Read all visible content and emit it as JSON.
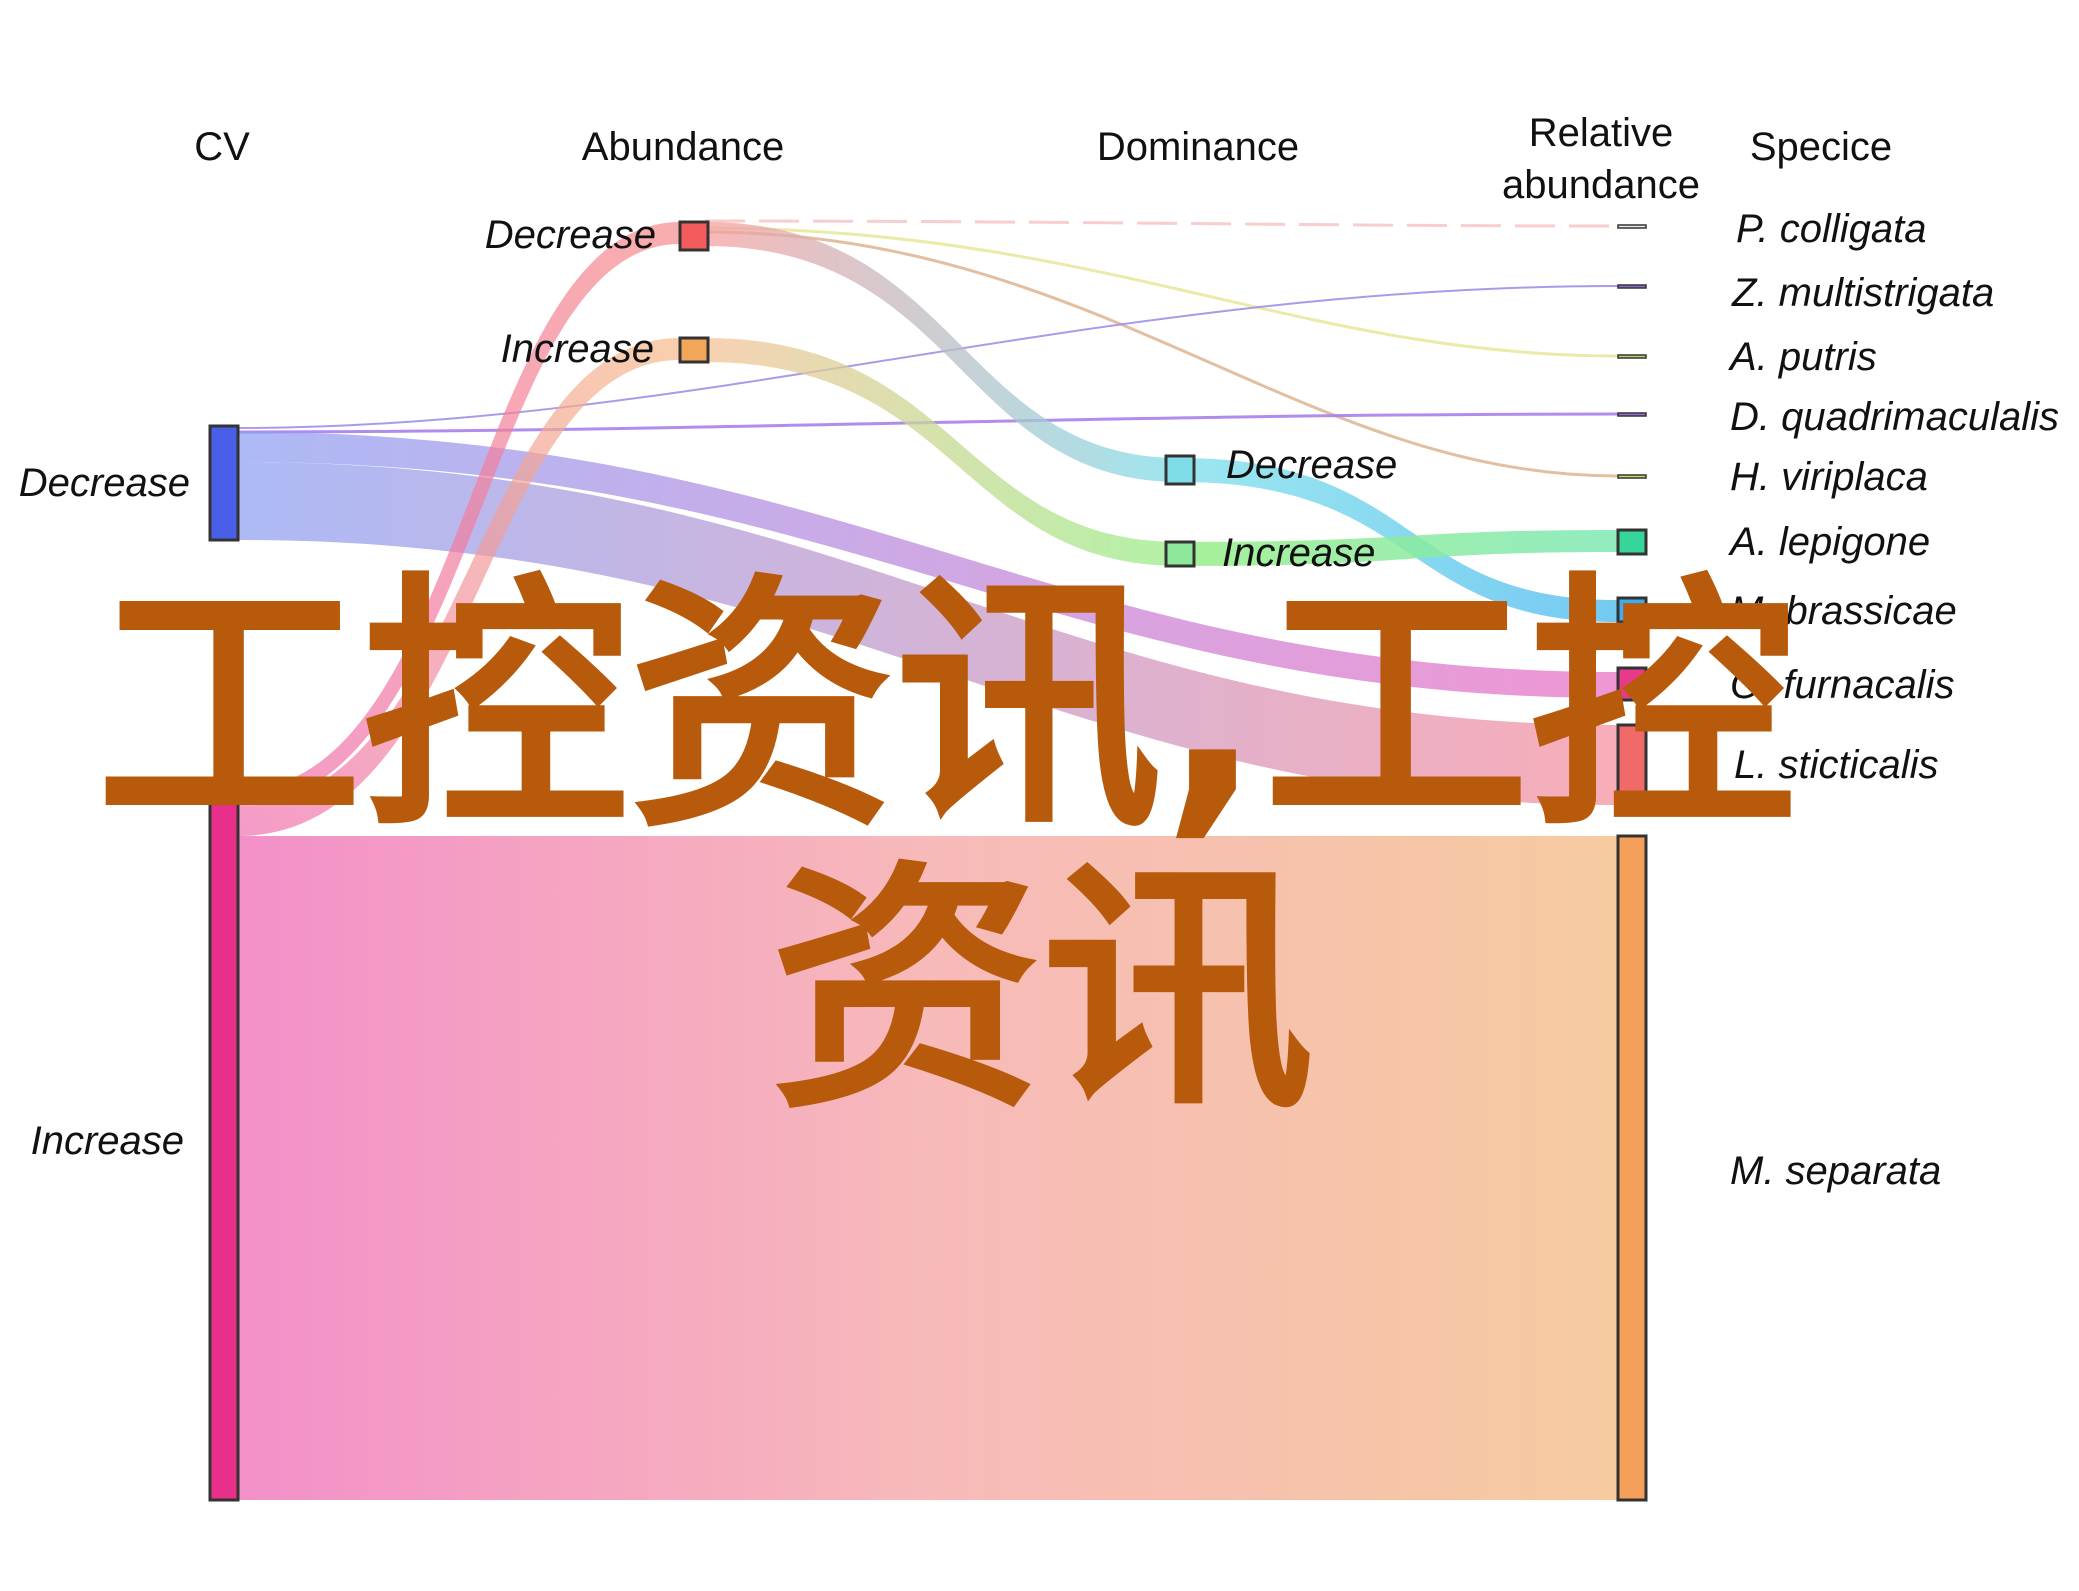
{
  "columns": [
    {
      "id": "cv",
      "title_lines": [
        "CV"
      ]
    },
    {
      "id": "abundance",
      "title_lines": [
        "Abundance"
      ]
    },
    {
      "id": "dominance",
      "title_lines": [
        "Dominance"
      ]
    },
    {
      "id": "relative_abundance",
      "title_lines": [
        "Relative",
        "abundance"
      ]
    },
    {
      "id": "species",
      "title_lines": [
        "Specice"
      ]
    }
  ],
  "nodes": [
    {
      "id": "cv_dec",
      "label": "Decrease",
      "color": "#4a5fe8"
    },
    {
      "id": "cv_inc",
      "label": "Increase",
      "color": "#e8308a"
    },
    {
      "id": "ab_dec",
      "label": "Decrease",
      "color": "#f25c5c"
    },
    {
      "id": "ab_inc",
      "label": "Increase",
      "color": "#f2a65a"
    },
    {
      "id": "dom_dec",
      "label": "Decrease",
      "color": "#7fdde8"
    },
    {
      "id": "dom_inc",
      "label": "Increase",
      "color": "#8ee89a"
    }
  ],
  "species": [
    {
      "label": "P. colligata",
      "color": "#e8e8e8"
    },
    {
      "label": "Z. multistrigata",
      "color": "#8c6ad6"
    },
    {
      "label": "A. putris",
      "color": "#b5d96a"
    },
    {
      "label": "D. quadrimaculalis",
      "color": "#9a6ee0"
    },
    {
      "label": "H. viriplaca",
      "color": "#c8d96a"
    },
    {
      "label": "A. lepigone",
      "color": "#36d69a"
    },
    {
      "label": "M. brassicae",
      "color": "#3aaef2"
    },
    {
      "label": "O. furnacalis",
      "color": "#e83a8a"
    },
    {
      "label": "L. sticticalis",
      "color": "#f06a6a"
    },
    {
      "label": "M. separata",
      "color": "#f5a05a"
    }
  ],
  "watermark": {
    "line1": "工控资讯,工控",
    "line2": "资讯",
    "color": "#b85a0c"
  }
}
